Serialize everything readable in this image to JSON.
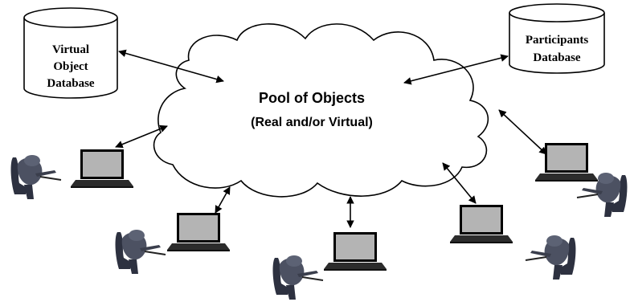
{
  "cloud": {
    "title": "Pool of Objects",
    "subtitle": "(Real and/or Virtual)"
  },
  "databases": {
    "virtual": {
      "line1": "Virtual",
      "line2": "Object",
      "line3": "Database"
    },
    "participants": {
      "line1": "Participants",
      "line2": "Database"
    }
  },
  "colors": {
    "stroke": "#000000",
    "laptop_screen": "#b4b4b4",
    "laptop_base": "#2c2c2c",
    "figure": "#3d4150"
  }
}
